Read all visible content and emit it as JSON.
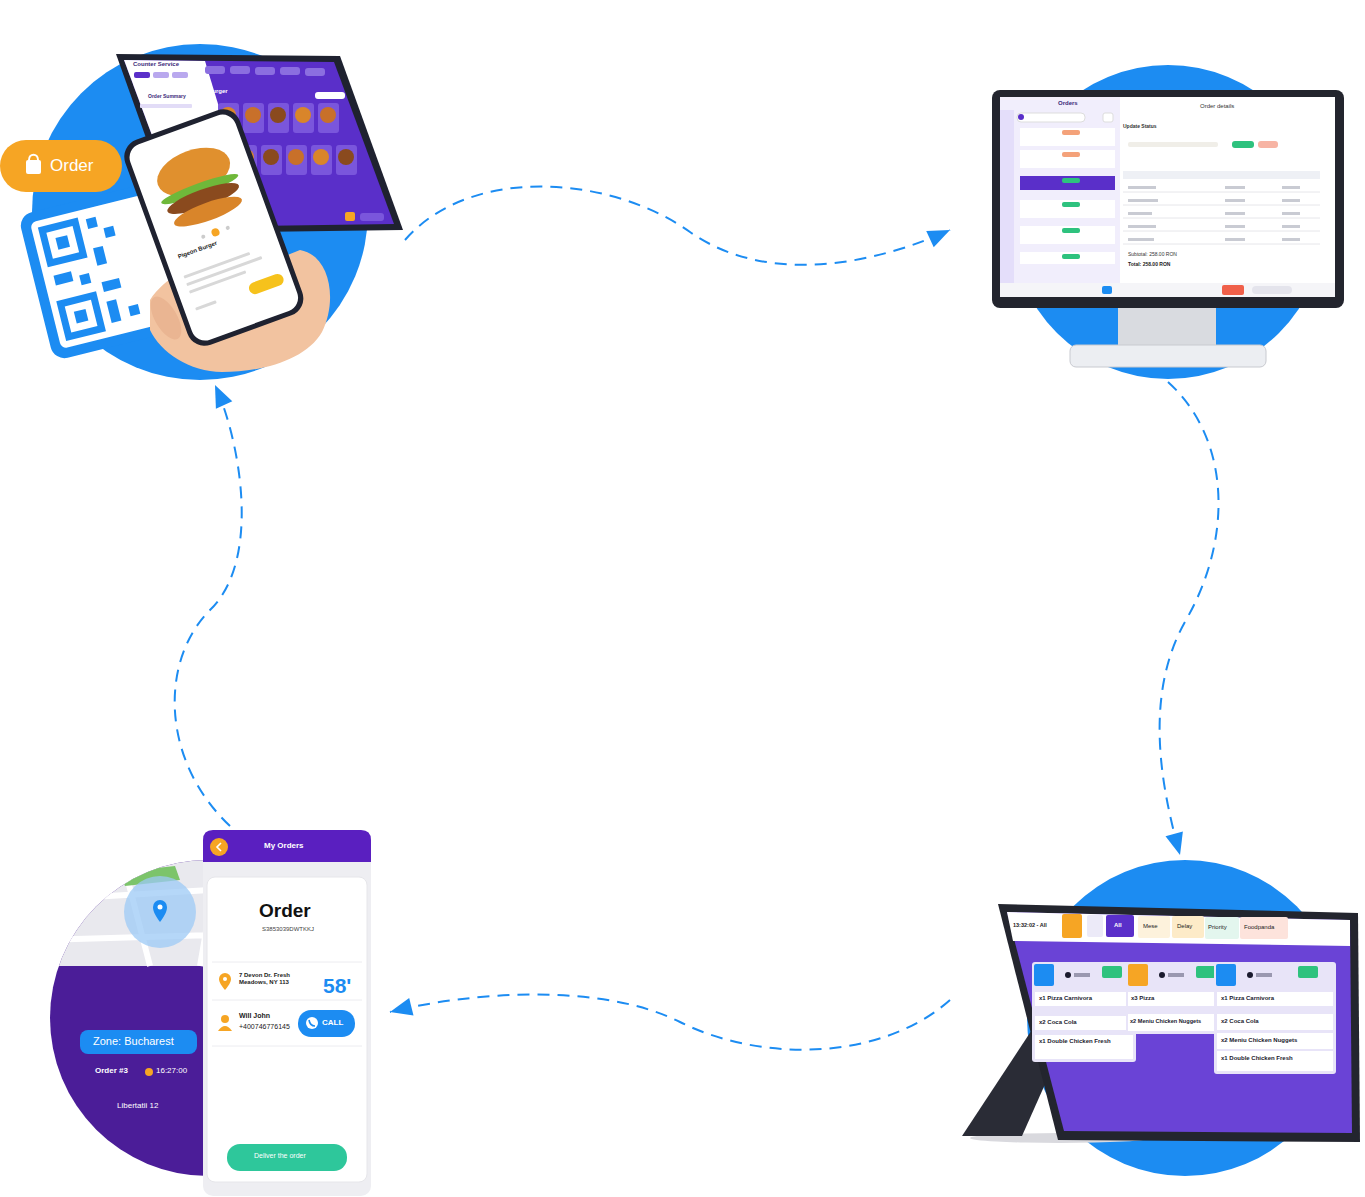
{
  "diagram": {
    "nodes": [
      {
        "text": [
          "Order",
          "Counter Service",
          "Burger",
          "Order Summary",
          "Pigeon Burger"
        ]
      },
      {
        "text": [
          "Orders",
          "Order details",
          "Update Status",
          "Subtotal: 258.00 RON",
          "Total: 258.00 RON"
        ]
      },
      {
        "text": [
          "13:32:02 - All",
          "All",
          "Mese",
          "Delay",
          "Priority",
          "Foodpanda",
          "x1 Pizza Carnivora",
          "x2 Coca Cola",
          "x1 Double Chicken Fresh",
          "x3 Pizza",
          "x2 Meniu Chicken Nuggets",
          "x1 Pizza Carnivora",
          "x2 Coca Cola",
          "x2 Meniu Chicken Nuggets",
          "x1 Double Chicken Fresh"
        ]
      },
      {
        "text": [
          "My Orders",
          "Order",
          "S3853039DWTKKJ",
          "7 Devon Dr. Fresh Meadows, NY 113",
          "58'",
          "Will John",
          "+400746776145",
          "CALL",
          "Zone: Bucharest",
          "Order #3",
          "16:27:00",
          "Libertatii 12",
          "Deliver the order"
        ]
      }
    ],
    "edges": [
      {
        "from": 0,
        "to": 1,
        "arrow": "to"
      },
      {
        "from": 1,
        "to": 2,
        "arrow": "to"
      },
      {
        "from": 2,
        "to": 3,
        "arrow": "to"
      },
      {
        "from": 3,
        "to": 0,
        "arrow": "to"
      }
    ]
  }
}
